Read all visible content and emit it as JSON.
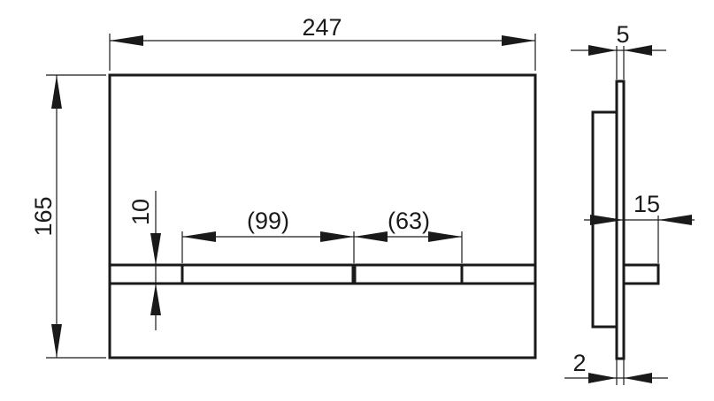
{
  "front_view": {
    "width_label": "247",
    "height_label": "165",
    "strip_height_label": "10",
    "large_button_label": "(99)",
    "small_button_label": "(63)"
  },
  "side_view": {
    "thickness_label": "5",
    "button_projection_label": "15",
    "base_offset_label": "2"
  }
}
